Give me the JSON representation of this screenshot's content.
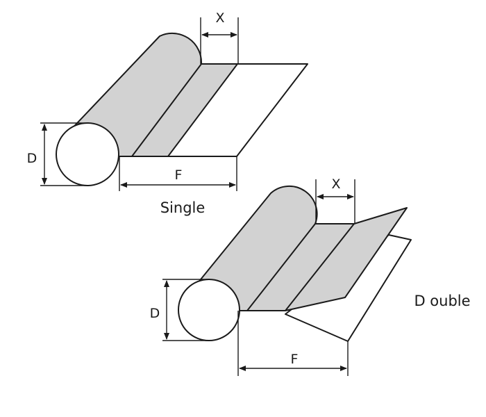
{
  "single": {
    "caption": "Single",
    "labels": {
      "x": "X",
      "d": "D",
      "f": "F"
    }
  },
  "double": {
    "caption": "D ouble",
    "labels": {
      "x": "X",
      "d": "D",
      "f": "F"
    }
  },
  "colors": {
    "roll_fill": "#d2d2d2",
    "line": "#1a1a1a",
    "background": "#ffffff"
  }
}
